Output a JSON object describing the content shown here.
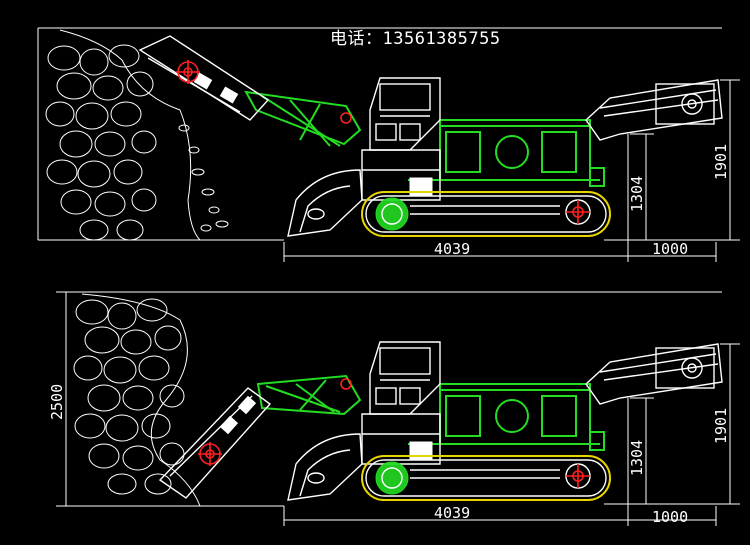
{
  "header": {
    "phone": "电话：13561385755"
  },
  "views": [
    {
      "dims": {
        "length": "4039",
        "tail": "1000",
        "height_body": "1304",
        "height_total": "1901"
      }
    },
    {
      "dims": {
        "length": "4039",
        "tail": "1000",
        "height_body": "1304",
        "height_total": "1901",
        "face_height": "2500"
      }
    }
  ],
  "colors": {
    "background": "#000000",
    "lines": "#ffffff",
    "frame": "#22dd22",
    "track": "#e8d400",
    "pivot": "#ff2020"
  }
}
